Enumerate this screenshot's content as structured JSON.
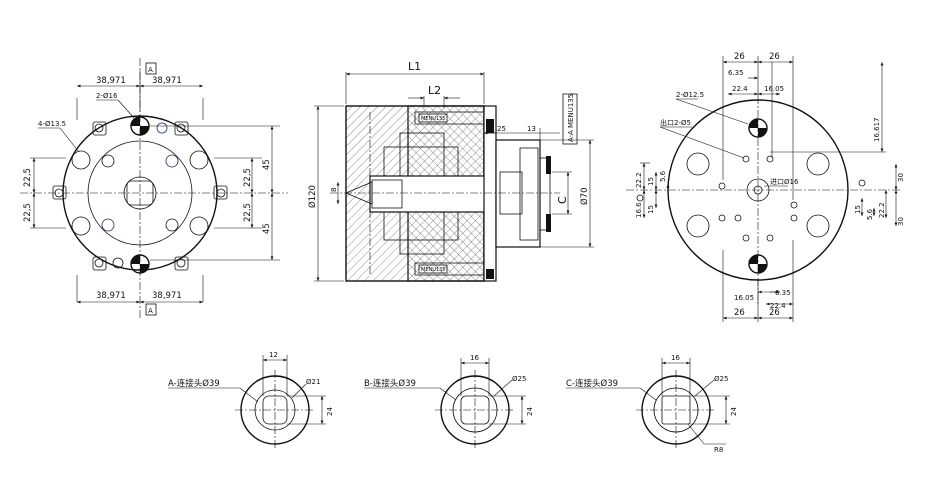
{
  "front_view": {
    "dim_top_left": "38,971",
    "dim_top_right": "38,971",
    "dim_bottom_left": "38,971",
    "dim_bottom_right": "38,971",
    "dim_left_upper": "22,5",
    "dim_left_lower": "22,5",
    "dim_right_upper": "22,5",
    "dim_right_lower": "22,5",
    "dim_far_right_upper": "45",
    "dim_far_right_lower": "45",
    "label_bolt": "4-Ø13.5",
    "label_pin": "2-Ø16",
    "datum_top": "A",
    "datum_bottom": "A"
  },
  "section_view": {
    "dim_L1": "L1",
    "dim_L2": "L2",
    "dim_C": "C",
    "dim_dia120": "Ø120",
    "dim_dia70": "Ø70",
    "dim_25": "25",
    "dim_13": "13",
    "dim_8": "8",
    "section_label": "A-A MENU135"
  },
  "rear_view": {
    "dim_26_a": "26",
    "dim_26_b": "26",
    "dim_635_top": "6.35",
    "dim_224_top": "22.4",
    "dim_1605_top": "16.05",
    "dim_16617": "16.617",
    "label_pin": "2-Ø12.5",
    "label_out": "出口2-Ø5",
    "label_in": "进口Ø16",
    "dim_222": "22.2",
    "dim_15_a": "15",
    "dim_56_a": "5.6",
    "dim_166": "16.6",
    "dim_15_b": "15",
    "dim_30_a": "30",
    "dim_15_c": "15",
    "dim_56_b": "5.6",
    "dim_222_r": "22.2",
    "dim_30_b": "30",
    "dim_1605_bot": "16.05",
    "dim_635_bot": "6.35",
    "dim_26_c": "26",
    "dim_224_bot": "22.4",
    "dim_26_d": "26"
  },
  "connectors": [
    {
      "label": "A-连接头Ø39",
      "width": "12",
      "dia": "Ø21",
      "height": "24",
      "radius": ""
    },
    {
      "label": "B-连接头Ø39",
      "width": "16",
      "dia": "Ø25",
      "height": "24",
      "radius": ""
    },
    {
      "label": "C-连接头Ø39",
      "width": "16",
      "dia": "Ø25",
      "height": "24",
      "radius": "R8"
    }
  ]
}
